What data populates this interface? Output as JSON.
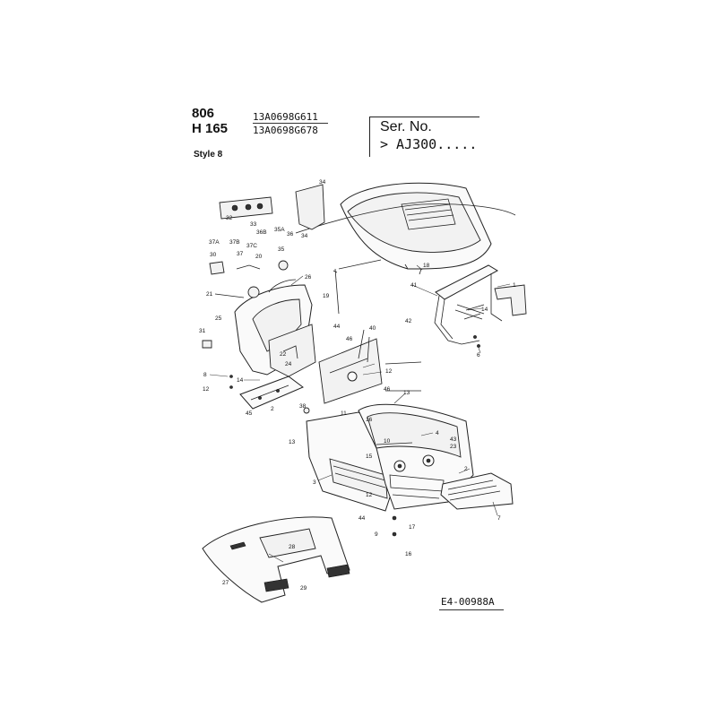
{
  "header": {
    "model_a": "806",
    "model_b": "H 165",
    "code_a": "13A0698G611",
    "code_b": "13A0698G678",
    "style": "Style 8",
    "serial_title": "Ser. No.",
    "serial_value": "> AJ300....."
  },
  "footer": {
    "drawing_number": "E4-00988A"
  },
  "callouts": {
    "c1": "1",
    "c2": "2",
    "c2b": "2",
    "c3": "3",
    "c4": "4",
    "c6": "6",
    "c7": "7",
    "c8": "8",
    "c9": "9",
    "c10": "10",
    "c11": "11",
    "c12": "12",
    "c12b": "12",
    "c12c": "12",
    "c13": "13",
    "c13b": "13",
    "c14": "14",
    "c14b": "14",
    "c15": "15",
    "c16": "16",
    "c17": "17",
    "c18": "18",
    "c19": "19",
    "c20": "20",
    "c21": "21",
    "c22": "22",
    "c23": "23",
    "c24": "24",
    "c25": "25",
    "c26": "26",
    "c27": "27",
    "c28": "28",
    "c29": "29",
    "c30": "30",
    "c31": "31",
    "c32": "32",
    "c33": "33",
    "c34": "34",
    "c34b": "34",
    "c35": "35",
    "c35a": "35A",
    "c36": "36",
    "c36b": "36B",
    "c37": "37",
    "c37a": "37A",
    "c37b": "37B",
    "c37c": "37C",
    "c38": "38",
    "c40": "40",
    "c41": "41",
    "c42": "42",
    "c43": "43",
    "c44": "44",
    "c44b": "44",
    "c45": "45",
    "c46": "46",
    "c46b": "46",
    "c16b": "16"
  }
}
